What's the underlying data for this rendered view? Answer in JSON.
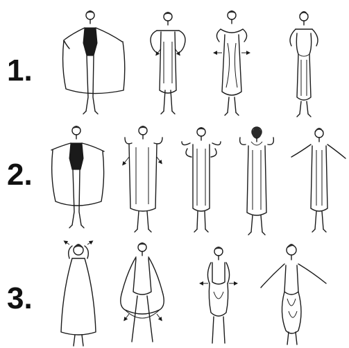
{
  "steps": [
    {
      "label": "1.",
      "figure_count": 4
    },
    {
      "label": "2.",
      "figure_count": 5
    },
    {
      "label": "3.",
      "figure_count": 4
    }
  ],
  "colors": {
    "ink": "#1a1a1a",
    "background": "#ffffff"
  }
}
